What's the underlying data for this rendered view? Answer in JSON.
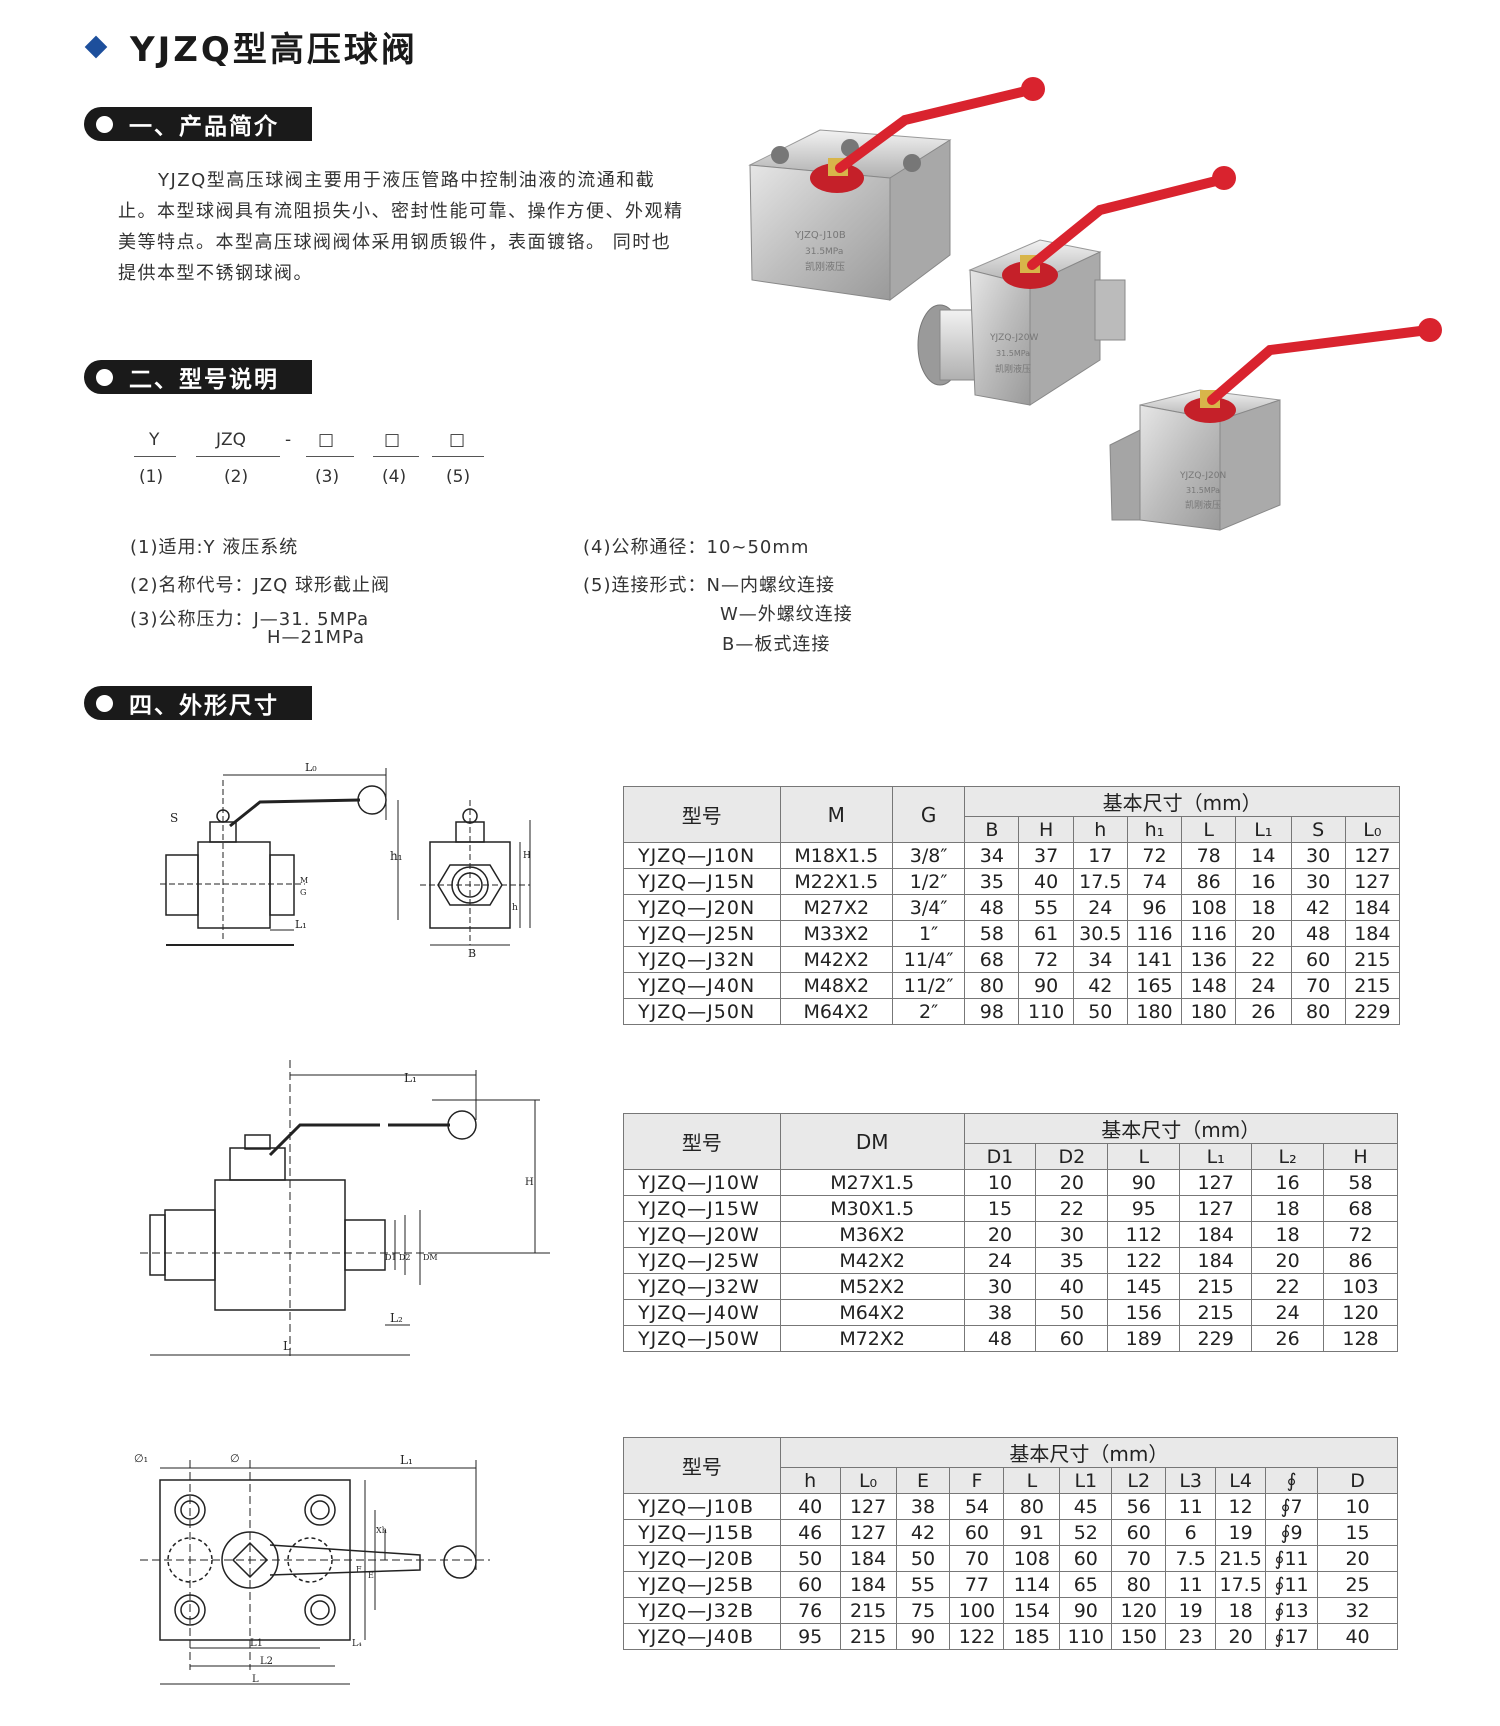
{
  "title": "YJZQ型高压球阀",
  "sections": {
    "s1": "一、产品简介",
    "s2": "二、型号说明",
    "s4": "四、外形尺寸"
  },
  "intro": "YJZQ型高压球阀主要用于液压管路中控制油液的流通和截止。本型球阀具有流阻损失小、密封性能可靠、操作方便、外观精美等特点。本型高压球阀阀体采用钢质锻件，表面镀铬。 同时也提供本型不锈钢球阀。",
  "model_code": {
    "parts": [
      "Y",
      "JZQ",
      "-",
      "□",
      "□",
      "□"
    ],
    "numbers": [
      "(1)",
      "(2)",
      "(3)",
      "(4)",
      "(5)"
    ]
  },
  "model_desc": {
    "left": [
      "(1)适用:Y 液压系统",
      "(2)名称代号：JZQ 球形截止阀",
      "(3)公称压力：J—31. 5MPa",
      "H—21MPa"
    ],
    "right": [
      "(4)公称通径：10~50mm",
      "(5)连接形式：N—内螺纹连接",
      "W—外螺纹连接",
      "B—板式连接"
    ]
  },
  "product_photo_labels": [
    "YJZQ-J10B",
    "31.5MPa",
    "凯刚液压",
    "YJZQ-J20W",
    "31.5MPa",
    "凯刚液压",
    "YJZQ-J20N",
    "31.5MPa",
    "凯刚液压"
  ],
  "drawing_labels": {
    "d1": [
      "L₀",
      "S",
      "h₁",
      "M",
      "G",
      "L₁",
      "H",
      "h",
      "B"
    ],
    "d2": [
      "L₁",
      "H",
      "D1",
      "D2",
      "DM",
      "L₂",
      "L"
    ],
    "d3": [
      "∅₁",
      "∅",
      "L₁",
      "Xh",
      "E",
      "F",
      "L1",
      "L2",
      "L",
      "L₄"
    ]
  },
  "table1": {
    "group_header": "基本尺寸（mm）",
    "fixed_headers": [
      "型号",
      "M",
      "G"
    ],
    "sub_headers": [
      "B",
      "H",
      "h",
      "h₁",
      "L",
      "L₁",
      "S",
      "L₀"
    ],
    "rows": [
      [
        "YJZQ—J10N",
        "M18X1.5",
        "3/8″",
        "34",
        "37",
        "17",
        "72",
        "78",
        "14",
        "30",
        "127"
      ],
      [
        "YJZQ—J15N",
        "M22X1.5",
        "1/2″",
        "35",
        "40",
        "17.5",
        "74",
        "86",
        "16",
        "30",
        "127"
      ],
      [
        "YJZQ—J20N",
        "M27X2",
        "3/4″",
        "48",
        "55",
        "24",
        "96",
        "108",
        "18",
        "42",
        "184"
      ],
      [
        "YJZQ—J25N",
        "M33X2",
        "1″",
        "58",
        "61",
        "30.5",
        "116",
        "116",
        "20",
        "48",
        "184"
      ],
      [
        "YJZQ—J32N",
        "M42X2",
        "11/4″",
        "68",
        "72",
        "34",
        "141",
        "136",
        "22",
        "60",
        "215"
      ],
      [
        "YJZQ—J40N",
        "M48X2",
        "11/2″",
        "80",
        "90",
        "42",
        "165",
        "148",
        "24",
        "70",
        "215"
      ],
      [
        "YJZQ—J50N",
        "M64X2",
        "2″",
        "98",
        "110",
        "50",
        "180",
        "180",
        "26",
        "80",
        "229"
      ]
    ]
  },
  "table2": {
    "group_header": "基本尺寸（mm）",
    "fixed_headers": [
      "型号",
      "DM"
    ],
    "sub_headers": [
      "D1",
      "D2",
      "L",
      "L₁",
      "L₂",
      "H"
    ],
    "rows": [
      [
        "YJZQ—J10W",
        "M27X1.5",
        "10",
        "20",
        "90",
        "127",
        "16",
        "58"
      ],
      [
        "YJZQ—J15W",
        "M30X1.5",
        "15",
        "22",
        "95",
        "127",
        "18",
        "68"
      ],
      [
        "YJZQ—J20W",
        "M36X2",
        "20",
        "30",
        "112",
        "184",
        "18",
        "72"
      ],
      [
        "YJZQ—J25W",
        "M42X2",
        "24",
        "35",
        "122",
        "184",
        "20",
        "86"
      ],
      [
        "YJZQ—J32W",
        "M52X2",
        "30",
        "40",
        "145",
        "215",
        "22",
        "103"
      ],
      [
        "YJZQ—J40W",
        "M64X2",
        "38",
        "50",
        "156",
        "215",
        "24",
        "120"
      ],
      [
        "YJZQ—J50W",
        "M72X2",
        "48",
        "60",
        "189",
        "229",
        "26",
        "128"
      ]
    ]
  },
  "table3": {
    "group_header": "基本尺寸（mm）",
    "fixed_headers": [
      "型号"
    ],
    "sub_headers": [
      "h",
      "L₀",
      "E",
      "F",
      "L",
      "L1",
      "L2",
      "L3",
      "L4",
      "∮",
      "D"
    ],
    "rows": [
      [
        "YJZQ—J10B",
        "40",
        "127",
        "38",
        "54",
        "80",
        "45",
        "56",
        "11",
        "12",
        "∮7",
        "10"
      ],
      [
        "YJZQ—J15B",
        "46",
        "127",
        "42",
        "60",
        "91",
        "52",
        "60",
        "6",
        "19",
        "∮9",
        "15"
      ],
      [
        "YJZQ—J20B",
        "50",
        "184",
        "50",
        "70",
        "108",
        "60",
        "70",
        "7.5",
        "21.5",
        "∮11",
        "20"
      ],
      [
        "YJZQ—J25B",
        "60",
        "184",
        "55",
        "77",
        "114",
        "65",
        "80",
        "11",
        "17.5",
        "∮11",
        "25"
      ],
      [
        "YJZQ—J32B",
        "76",
        "215",
        "75",
        "100",
        "154",
        "90",
        "120",
        "19",
        "18",
        "∮13",
        "32"
      ],
      [
        "YJZQ—J40B",
        "95",
        "215",
        "90",
        "122",
        "185",
        "110",
        "150",
        "23",
        "20",
        "∮17",
        "40"
      ]
    ]
  },
  "colors": {
    "accent": "#1d4f9c",
    "handle": "#d9232e",
    "steel": "#c9c9c9",
    "header_bg": "#e9e9e9"
  }
}
